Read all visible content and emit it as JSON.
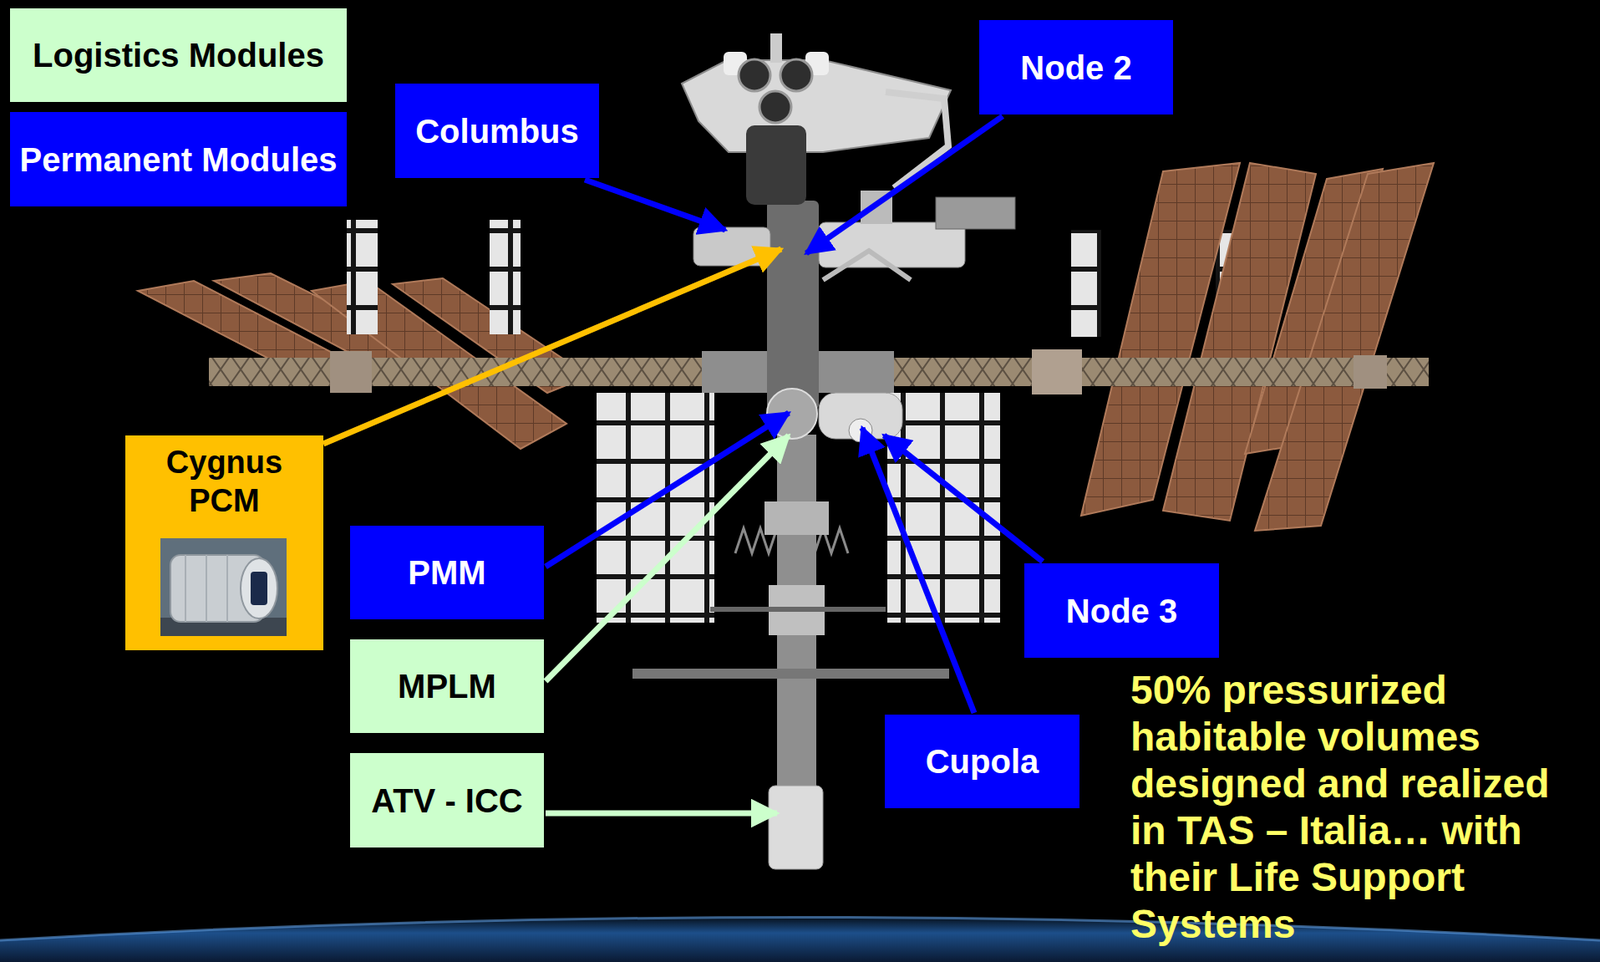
{
  "diagram": {
    "nodes": [
      {
        "text": [
          "Node 2"
        ]
      },
      {
        "text": [
          "Columbus"
        ]
      },
      {
        "text": [
          "Cygnus PCM"
        ]
      },
      {
        "text": [
          "PMM"
        ]
      },
      {
        "text": [
          "Node 3"
        ]
      },
      {
        "text": [
          "MPLM"
        ]
      },
      {
        "text": [
          "Cupola"
        ]
      },
      {
        "text": [
          "ATV - ICC"
        ]
      }
    ],
    "labels": [
      "50% pressurized habitable volumes designed and realized in TAS – Italia… with their Life Support Systems"
    ],
    "legend": [
      {
        "text": "Logistics Modules",
        "color": "#ccffcc"
      },
      {
        "text": "Permanent Modules",
        "color": "#0000ff"
      }
    ]
  }
}
